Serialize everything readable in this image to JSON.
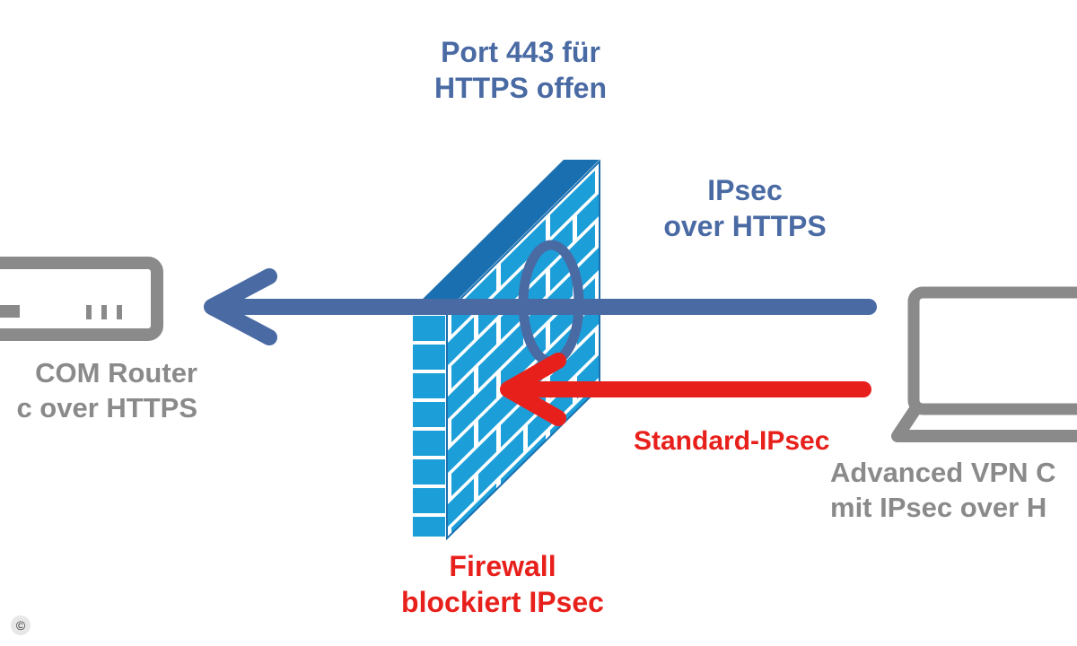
{
  "labels": {
    "port": [
      "Port 443 für",
      "HTTPS offen"
    ],
    "tunnel": [
      "IPsec",
      "over HTTPS"
    ],
    "router": [
      "COM Router",
      "c over HTTPS"
    ],
    "client": [
      "Advanced VPN C",
      "mit IPsec over H"
    ],
    "standard": "Standard-IPsec",
    "firewall": [
      "Firewall",
      "blockiert IPsec"
    ]
  },
  "copyright": "©",
  "colors": {
    "blue_arrow": "#4a6aa4",
    "red_arrow": "#e8201c",
    "device_gray": "#8a8a8a",
    "brick_light": "#1c9fd8",
    "brick_dark": "#1a6fb0"
  },
  "icons": {
    "router": "router-icon",
    "laptop": "laptop-icon",
    "firewall": "firewall-icon"
  }
}
